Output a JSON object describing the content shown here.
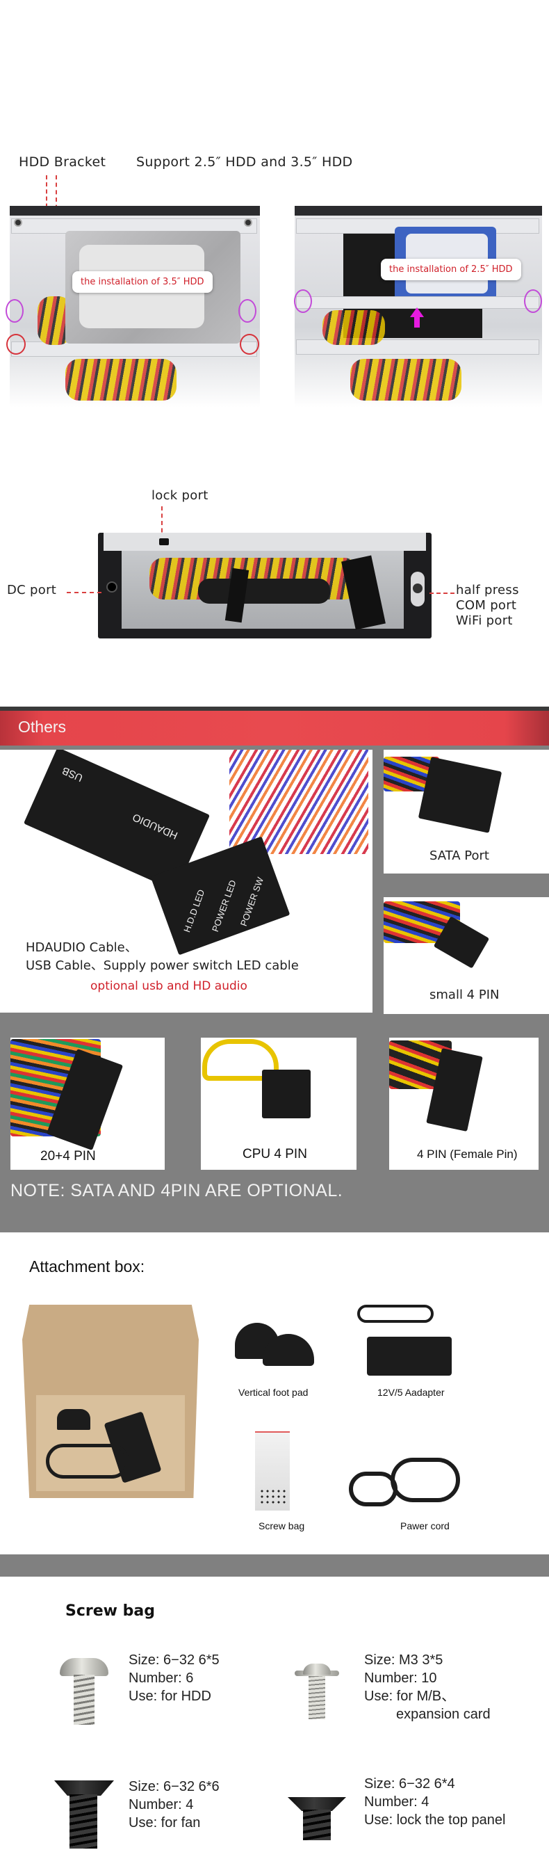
{
  "hdd_section": {
    "bracket_label": "HDD Bracket",
    "support_label": "Support 2.5″ HDD and 3.5″ HDD",
    "callout_35": "the installation of 3.5″ HDD",
    "callout_25": "the installation of 2.5″ HDD"
  },
  "ports_section": {
    "lock_port": "lock port",
    "dc_port": "DC port",
    "right_ports": [
      "half press",
      "COM port",
      "WiFi port"
    ]
  },
  "others_section": {
    "title": "Others",
    "header_cable": {
      "connector_labels": [
        "USB",
        "HDAUDIO",
        "H.D.D LED",
        "POWER LED",
        "POWER SW"
      ],
      "caption_line1": "HDAUDIO Cable、",
      "caption_line2": "USB Cable、Supply power switch LED cable",
      "optional_note": "optional usb and HD audio"
    },
    "side_tiles": [
      {
        "label": "SATA Port"
      },
      {
        "label": "small 4 PIN"
      }
    ],
    "bottom_tiles": [
      {
        "label": "20+4 PIN"
      },
      {
        "label": "CPU 4 PIN"
      },
      {
        "label": "4 PIN (Female Pin)"
      }
    ],
    "note": "NOTE: SATA AND 4PIN ARE OPTIONAL.",
    "colors": {
      "band_red": "#e84a4f",
      "panel_grey": "#808080",
      "note_red": "#d0202a"
    }
  },
  "attachment_section": {
    "title": "Attachment box:",
    "items": [
      {
        "label": "Vertical foot pad"
      },
      {
        "label": "12V/5 Aadapter"
      },
      {
        "label": "Screw bag"
      },
      {
        "label": "Pawer cord"
      }
    ]
  },
  "screw_section": {
    "title": "Screw bag",
    "screws": [
      {
        "size": "Size: 6−32 6*5",
        "number": "Number: 6",
        "use": "Use: for HDD",
        "use_cont": ""
      },
      {
        "size": "Size: M3 3*5",
        "number": "Number: 10",
        "use": "Use: for M/B、",
        "use_cont": "expansion card"
      },
      {
        "size": "Size: 6−32 6*6",
        "number": "Number: 4",
        "use": "Use: for fan",
        "use_cont": ""
      },
      {
        "size": "Size: 6−32 6*4",
        "number": "Number: 4",
        "use": "Use: lock the top panel",
        "use_cont": ""
      }
    ]
  }
}
